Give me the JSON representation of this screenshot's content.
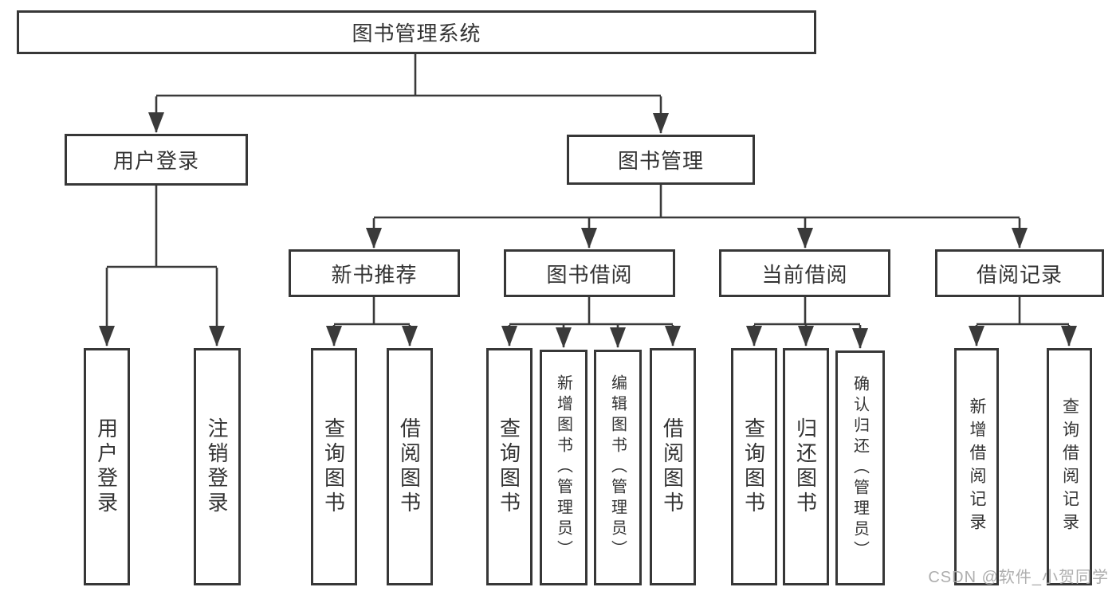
{
  "diagram_title": "图书管理系统",
  "colors": {
    "line": "#3a3a3a",
    "box_border": "#373737",
    "text": "#333333",
    "watermark": "#aaaaaa",
    "background": "#ffffff"
  },
  "tree": {
    "label": "图书管理系统",
    "children": [
      {
        "label": "用户登录",
        "children": [
          {
            "label": "用户登录"
          },
          {
            "label": "注销登录"
          }
        ]
      },
      {
        "label": "图书管理",
        "children": [
          {
            "label": "新书推荐",
            "children": [
              {
                "label": "查询图书"
              },
              {
                "label": "借阅图书"
              }
            ]
          },
          {
            "label": "图书借阅",
            "children": [
              {
                "label": "查询图书"
              },
              {
                "label": "新增图书（管理员）"
              },
              {
                "label": "编辑图书（管理员）"
              },
              {
                "label": "借阅图书"
              }
            ]
          },
          {
            "label": "当前借阅",
            "children": [
              {
                "label": "查询图书"
              },
              {
                "label": "归还图书"
              },
              {
                "label": "确认归还（管理员）"
              }
            ]
          },
          {
            "label": "借阅记录",
            "children": [
              {
                "label": "新增借阅记录"
              },
              {
                "label": "查询借阅记录"
              }
            ]
          }
        ]
      }
    ]
  },
  "watermark": "CSDN @软件_小贺同学"
}
